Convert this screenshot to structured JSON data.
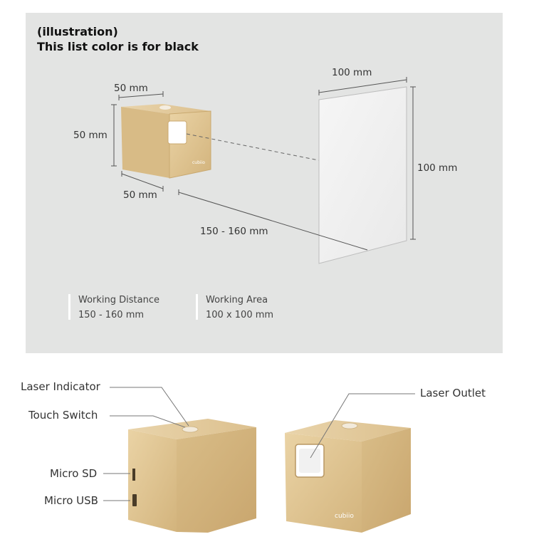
{
  "header": {
    "line1": "(illustration)",
    "line2": "This list color is for black"
  },
  "diagram": {
    "cube_width": "50 mm",
    "cube_height": "50 mm",
    "cube_depth": "50 mm",
    "screen_width": "100 mm",
    "screen_height": "100 mm",
    "distance": "150 - 160 mm"
  },
  "specs": {
    "working_distance_label": "Working Distance",
    "working_distance_value": "150 - 160 mm",
    "working_area_label": "Working Area",
    "working_area_value": "100 x 100 mm"
  },
  "callouts": {
    "laser_indicator": "Laser Indicator",
    "touch_switch": "Touch Switch",
    "micro_sd": "Micro SD",
    "micro_usb": "Micro USB",
    "laser_outlet": "Laser Outlet"
  },
  "brand": {
    "logo_text": "cubiio"
  },
  "colors": {
    "panel": "#e3e4e3",
    "gold": "#dcc08e",
    "gold_dark": "#c8a56c"
  }
}
